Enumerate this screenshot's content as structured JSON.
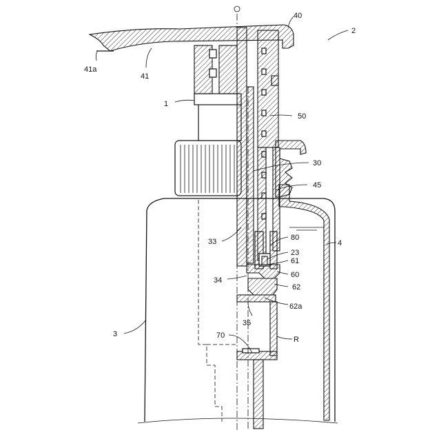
{
  "figure": {
    "axis_mark": "O",
    "labels": {
      "l40": "40",
      "l2": "2",
      "l41a": "41a",
      "l41": "41",
      "l1": "1",
      "l50": "50",
      "l30": "30",
      "l45": "45",
      "l4": "4",
      "l33": "33",
      "l80": "80",
      "l23": "23",
      "l61": "61",
      "l60": "60",
      "l34": "34",
      "l62": "62",
      "l62a": "62a",
      "l35": "35",
      "l3": "3",
      "l70": "70",
      "lR": "R"
    }
  }
}
